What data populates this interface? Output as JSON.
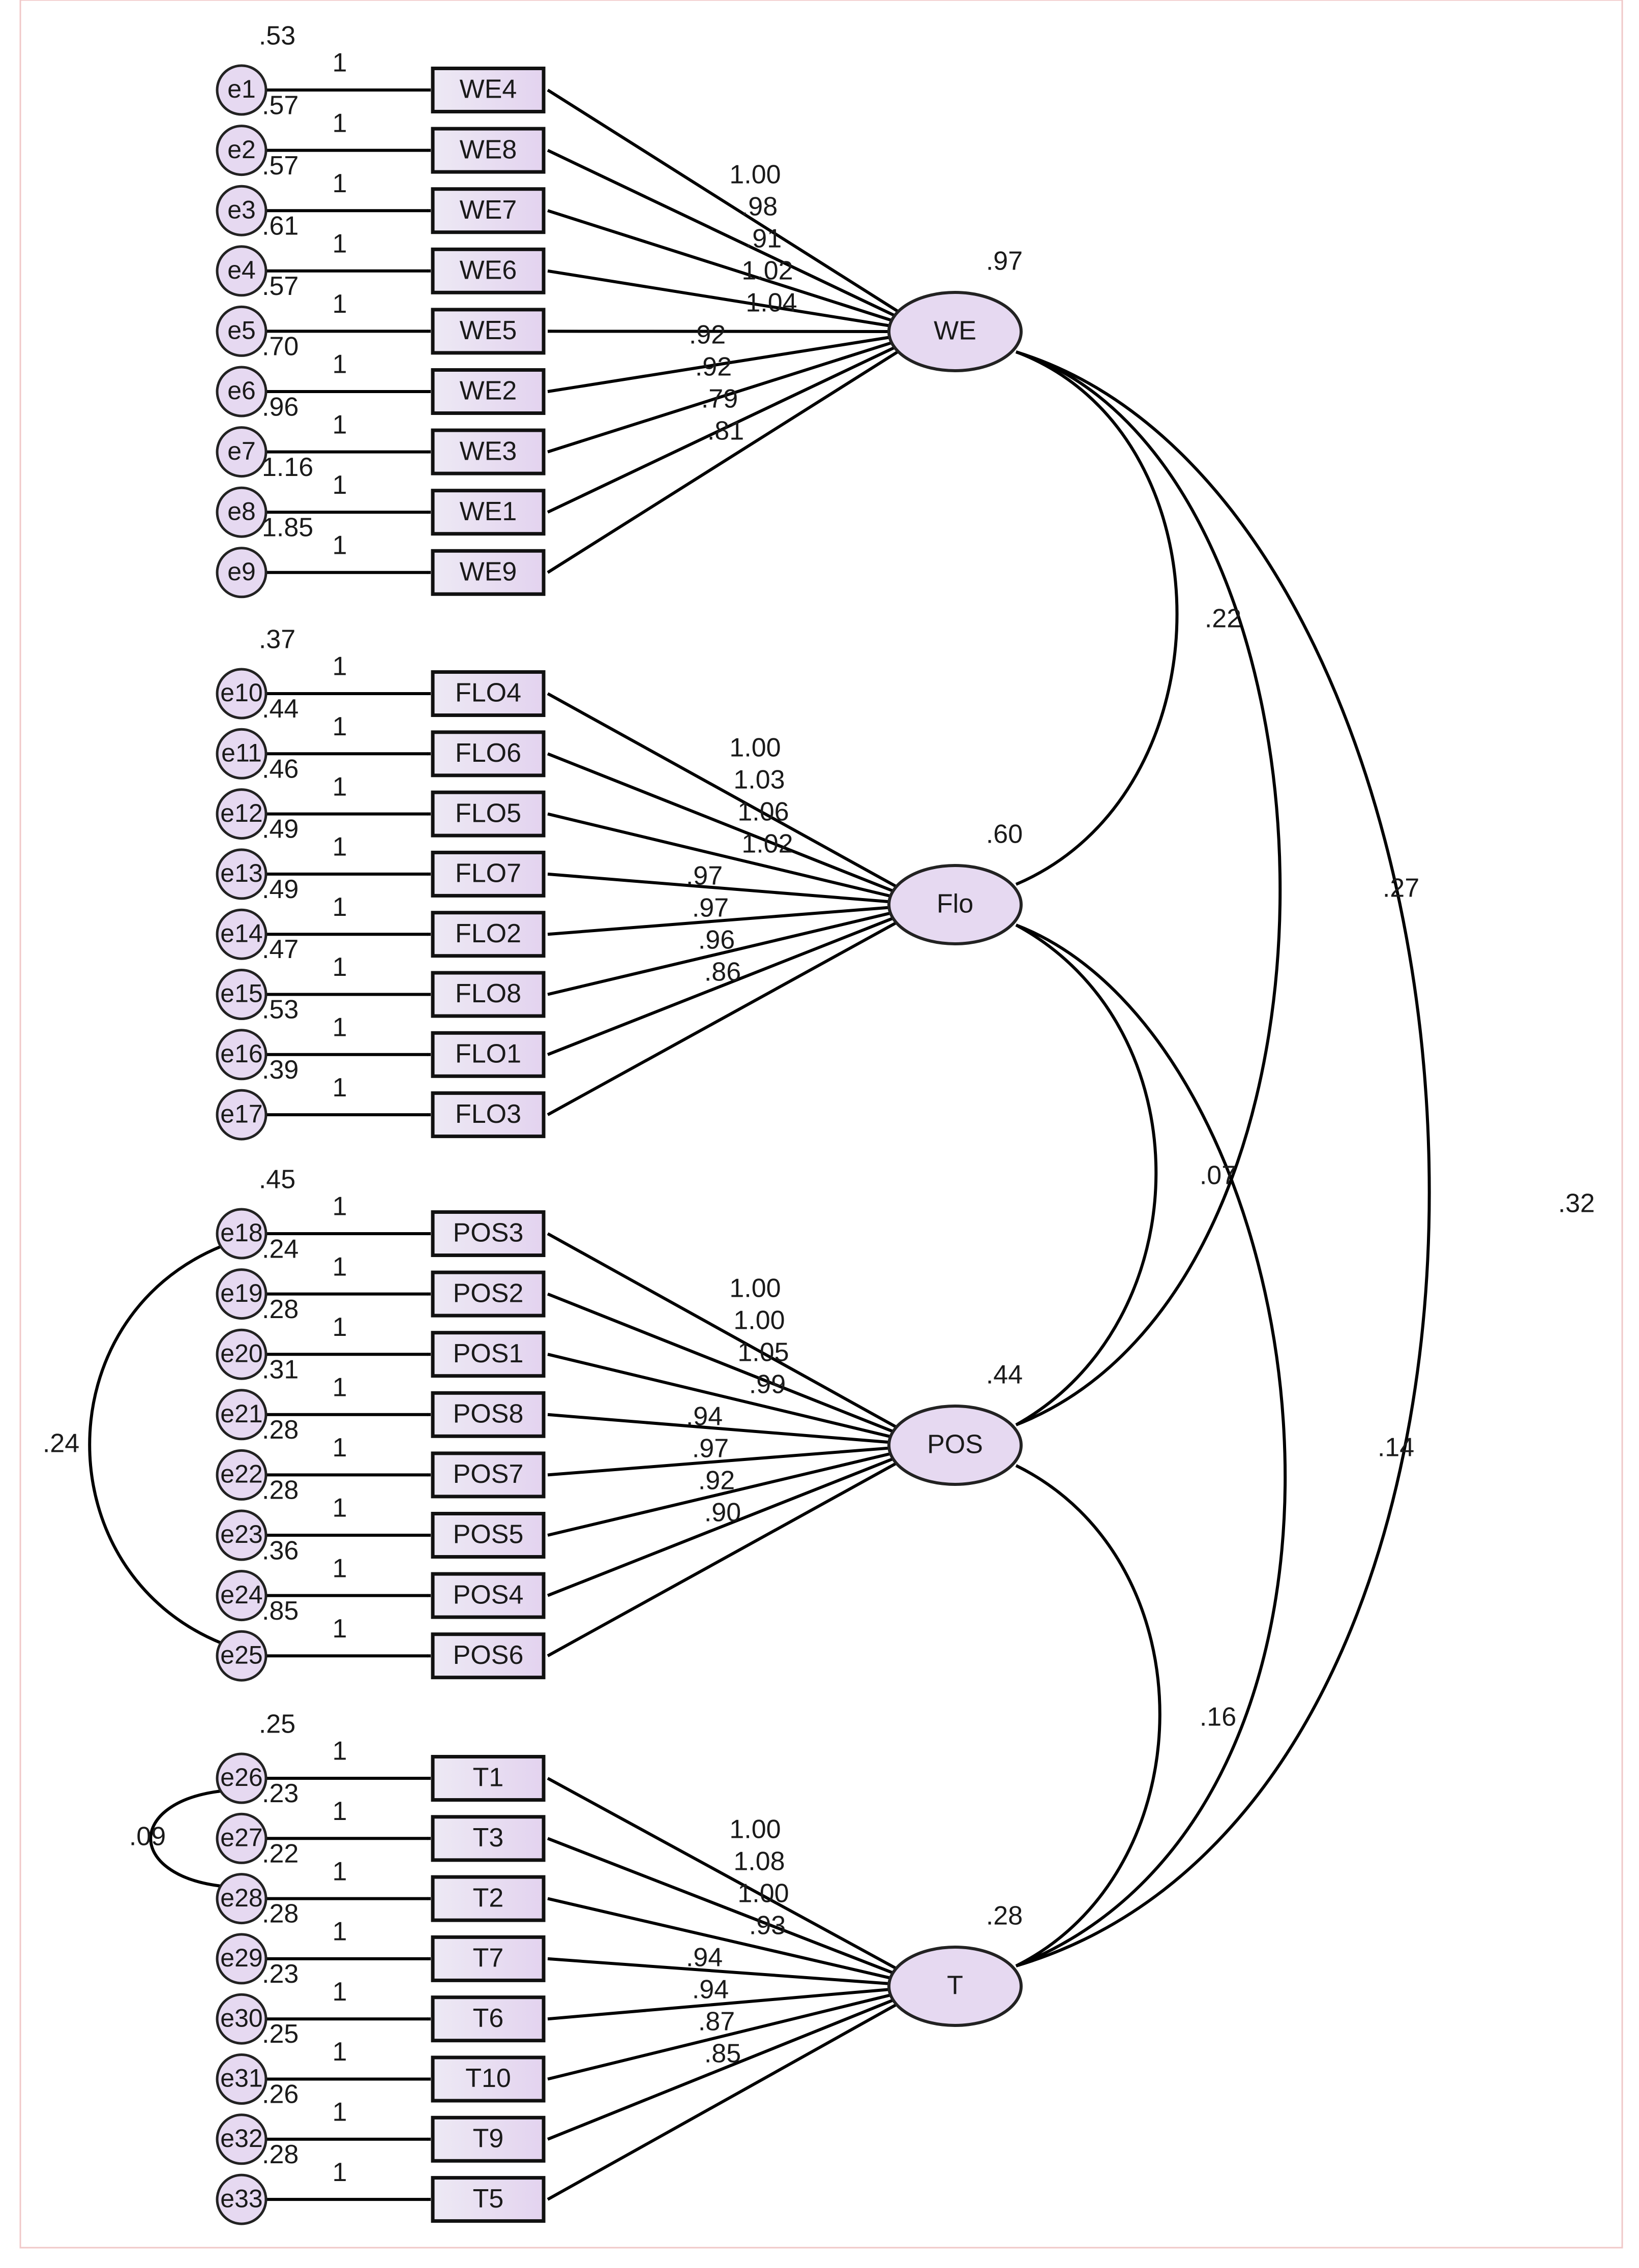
{
  "model": {
    "latent_variables": [
      {
        "id": "WE",
        "label": "WE",
        "variance": ".97",
        "indicators": [
          {
            "label": "WE4",
            "error": "e1",
            "error_variance": ".53",
            "loading": "1.00"
          },
          {
            "label": "WE8",
            "error": "e2",
            "error_variance": ".57",
            "loading": ".98"
          },
          {
            "label": "WE7",
            "error": "e3",
            "error_variance": ".57",
            "loading": ".91"
          },
          {
            "label": "WE6",
            "error": "e4",
            "error_variance": ".61",
            "loading": "1.02"
          },
          {
            "label": "WE5",
            "error": "e5",
            "error_variance": ".57",
            "loading": "1.04"
          },
          {
            "label": "WE2",
            "error": "e6",
            "error_variance": ".70",
            "loading": ".92"
          },
          {
            "label": "WE3",
            "error": "e7",
            "error_variance": ".96",
            "loading": ".92"
          },
          {
            "label": "WE1",
            "error": "e8",
            "error_variance": "1.16",
            "loading": ".79"
          },
          {
            "label": "WE9",
            "error": "e9",
            "error_variance": "1.85",
            "loading": ".81"
          }
        ]
      },
      {
        "id": "Flo",
        "label": "Flo",
        "variance": ".60",
        "indicators": [
          {
            "label": "FLO4",
            "error": "e10",
            "error_variance": ".37",
            "loading": "1.00"
          },
          {
            "label": "FLO6",
            "error": "e11",
            "error_variance": ".44",
            "loading": "1.03"
          },
          {
            "label": "FLO5",
            "error": "e12",
            "error_variance": ".46",
            "loading": "1.06"
          },
          {
            "label": "FLO7",
            "error": "e13",
            "error_variance": ".49",
            "loading": "1.02"
          },
          {
            "label": "FLO2",
            "error": "e14",
            "error_variance": ".49",
            "loading": ".97"
          },
          {
            "label": "FLO8",
            "error": "e15",
            "error_variance": ".47",
            "loading": ".97"
          },
          {
            "label": "FLO1",
            "error": "e16",
            "error_variance": ".53",
            "loading": ".96"
          },
          {
            "label": "FLO3",
            "error": "e17",
            "error_variance": ".39",
            "loading": ".86"
          }
        ]
      },
      {
        "id": "POS",
        "label": "POS",
        "variance": ".44",
        "indicators": [
          {
            "label": "POS3",
            "error": "e18",
            "error_variance": ".45",
            "loading": "1.00"
          },
          {
            "label": "POS2",
            "error": "e19",
            "error_variance": ".24",
            "loading": "1.00"
          },
          {
            "label": "POS1",
            "error": "e20",
            "error_variance": ".28",
            "loading": "1.05"
          },
          {
            "label": "POS8",
            "error": "e21",
            "error_variance": ".31",
            "loading": ".99"
          },
          {
            "label": "POS7",
            "error": "e22",
            "error_variance": ".28",
            "loading": ".94"
          },
          {
            "label": "POS5",
            "error": "e23",
            "error_variance": ".28",
            "loading": ".97"
          },
          {
            "label": "POS4",
            "error": "e24",
            "error_variance": ".36",
            "loading": ".92"
          },
          {
            "label": "POS6",
            "error": "e25",
            "error_variance": ".85",
            "loading": ".90"
          }
        ]
      },
      {
        "id": "T",
        "label": "T",
        "variance": ".28",
        "indicators": [
          {
            "label": "T1",
            "error": "e26",
            "error_variance": ".25",
            "loading": "1.00"
          },
          {
            "label": "T3",
            "error": "e27",
            "error_variance": ".23",
            "loading": "1.08"
          },
          {
            "label": "T2",
            "error": "e28",
            "error_variance": ".22",
            "loading": "1.00"
          },
          {
            "label": "T7",
            "error": "e29",
            "error_variance": ".28",
            "loading": ".93"
          },
          {
            "label": "T6",
            "error": "e30",
            "error_variance": ".23",
            "loading": ".94"
          },
          {
            "label": "T10",
            "error": "e31",
            "error_variance": ".25",
            "loading": ".94"
          },
          {
            "label": "T9",
            "error": "e32",
            "error_variance": ".26",
            "loading": ".87"
          },
          {
            "label": "T5",
            "error": "e33",
            "error_variance": ".28",
            "loading": ".85"
          }
        ]
      }
    ],
    "error_path_label": "1",
    "latent_covariances": [
      {
        "from": "WE",
        "to": "Flo",
        "value": ".22"
      },
      {
        "from": "WE",
        "to": "POS",
        "value": ".27"
      },
      {
        "from": "WE",
        "to": "T",
        "value": ".32"
      },
      {
        "from": "Flo",
        "to": "POS",
        "value": ".07"
      },
      {
        "from": "Flo",
        "to": "T",
        "value": ".14"
      },
      {
        "from": "POS",
        "to": "T",
        "value": ".16"
      }
    ],
    "error_covariances": [
      {
        "from": "e18",
        "to": "e25",
        "value": ".24"
      },
      {
        "from": "e26",
        "to": "e28",
        "value": ".09"
      }
    ]
  }
}
